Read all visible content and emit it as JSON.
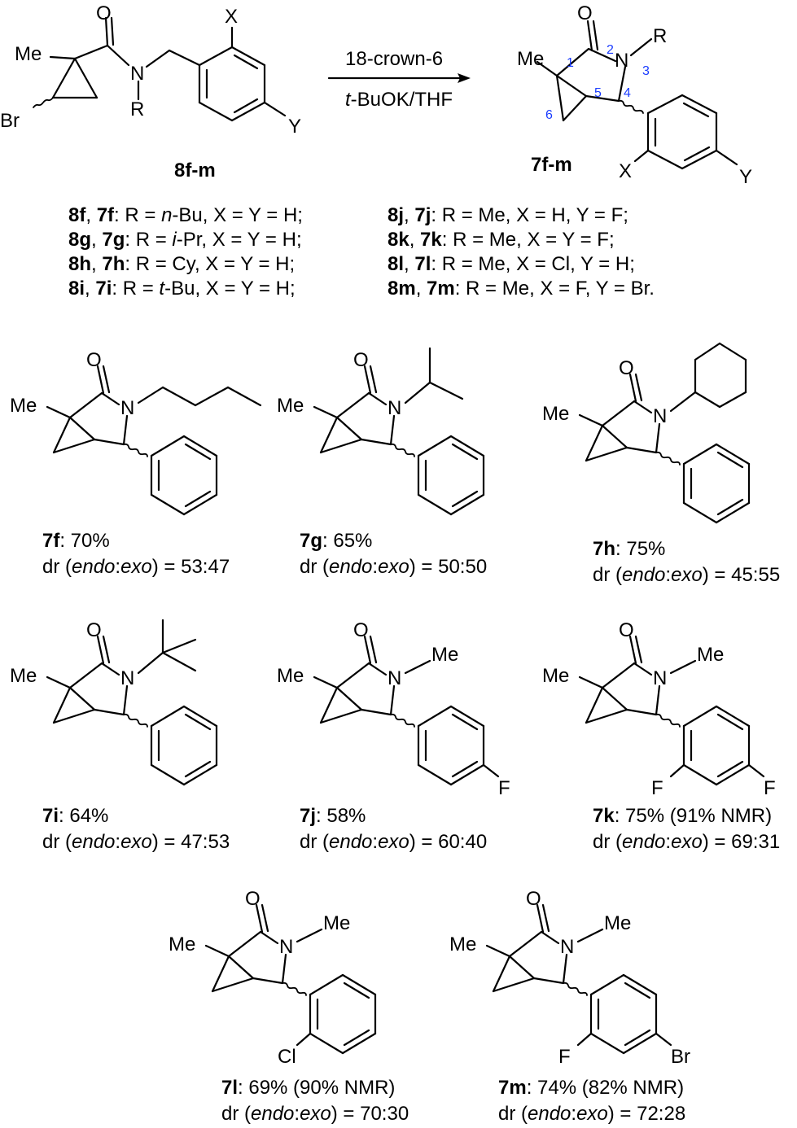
{
  "scheme": {
    "reactant_label": "8f-m",
    "product_label": "7f-m",
    "reagent_top": "18-crown-6",
    "reagent_bottom_italic": "t",
    "reagent_bottom_rest": "-BuOK/THF",
    "reactant_atoms": {
      "me": "Me",
      "br": "Br",
      "n": "N",
      "r": "R",
      "o": "O",
      "x": "X",
      "y": "Y"
    },
    "product_atoms": {
      "me": "Me",
      "n": "N",
      "r": "R",
      "o": "O",
      "x": "X",
      "y": "Y"
    },
    "locants": [
      "1",
      "2",
      "3",
      "4",
      "5",
      "6"
    ]
  },
  "substituents_left": [
    {
      "cmpd": "8f",
      "prod": "7f",
      "r_pre": "",
      "r_ital": "n",
      "r_post": "-Bu",
      "rest": ", X = Y = H;"
    },
    {
      "cmpd": "8g",
      "prod": "7g",
      "r_pre": "",
      "r_ital": "i",
      "r_post": "-Pr",
      "rest": ", X = Y = H;"
    },
    {
      "cmpd": "8h",
      "prod": "7h",
      "r_pre": "Cy",
      "r_ital": "",
      "r_post": "",
      "rest": ", X = Y = H;"
    },
    {
      "cmpd": "8i",
      "prod": "7i",
      "r_pre": "",
      "r_ital": "t",
      "r_post": "-Bu",
      "rest": ", X = Y = H;"
    }
  ],
  "substituents_right": [
    {
      "cmpd": "8j",
      "prod": "7j",
      "rest": "R = Me, X = H, Y = F;"
    },
    {
      "cmpd": "8k",
      "prod": "7k",
      "rest": "R = Me, X = Y = F;"
    },
    {
      "cmpd": "8l",
      "prod": "7l",
      "rest": "R = Me, X = Cl, Y = H;"
    },
    {
      "cmpd": "8m",
      "prod": "7m",
      "rest": "R = Me, X = F, Y = Br."
    }
  ],
  "products": [
    {
      "id": "7f",
      "yield": ": 70%",
      "dr_ratio": " = 53:47",
      "n_sub": "n-Bu"
    },
    {
      "id": "7g",
      "yield": ": 65%",
      "dr_ratio": " = 50:50",
      "n_sub": "i-Pr"
    },
    {
      "id": "7h",
      "yield": ": 75%",
      "dr_ratio": " = 45:55",
      "n_sub": "Cy"
    },
    {
      "id": "7i",
      "yield": ": 64%",
      "dr_ratio": " = 47:53",
      "n_sub": "t-Bu"
    },
    {
      "id": "7j",
      "yield": ": 58%",
      "dr_ratio": " = 60:40",
      "ring_sub": {
        "y": "F"
      }
    },
    {
      "id": "7k",
      "yield": ": 75% (91% NMR)",
      "dr_ratio": " = 69:31",
      "ring_sub": {
        "x": "F",
        "y": "F"
      }
    },
    {
      "id": "7l",
      "yield": ": 69% (90% NMR)",
      "dr_ratio": " = 70:30",
      "ring_sub": {
        "x": "Cl"
      }
    },
    {
      "id": "7m",
      "yield": ": 74% (82% NMR)",
      "dr_ratio": " = 72:28",
      "ring_sub": {
        "x": "F",
        "y": "Br"
      }
    }
  ],
  "dr_text": {
    "prefix": "dr (",
    "endo": "endo",
    "colon": ":",
    "exo": "exo",
    "close": ")"
  },
  "common_atoms": {
    "me": "Me",
    "n": "N",
    "o": "O"
  }
}
